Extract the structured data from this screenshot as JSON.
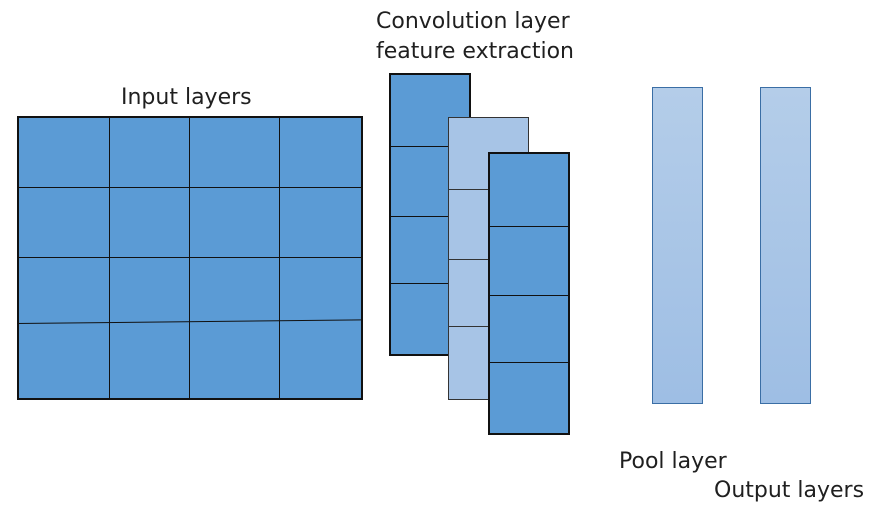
{
  "labels": {
    "input": "Input layers",
    "conv_line1": "Convolution layer",
    "conv_line2": "feature extraction",
    "pool": "Pool layer",
    "output": "Output layers"
  },
  "colors": {
    "dark_blue": "#5b9bd5",
    "light_blue": "#a7c4e6",
    "outline": "#111111",
    "pool_gradient_top": "#b4cde9",
    "pool_gradient_bottom": "#9ebee4"
  }
}
